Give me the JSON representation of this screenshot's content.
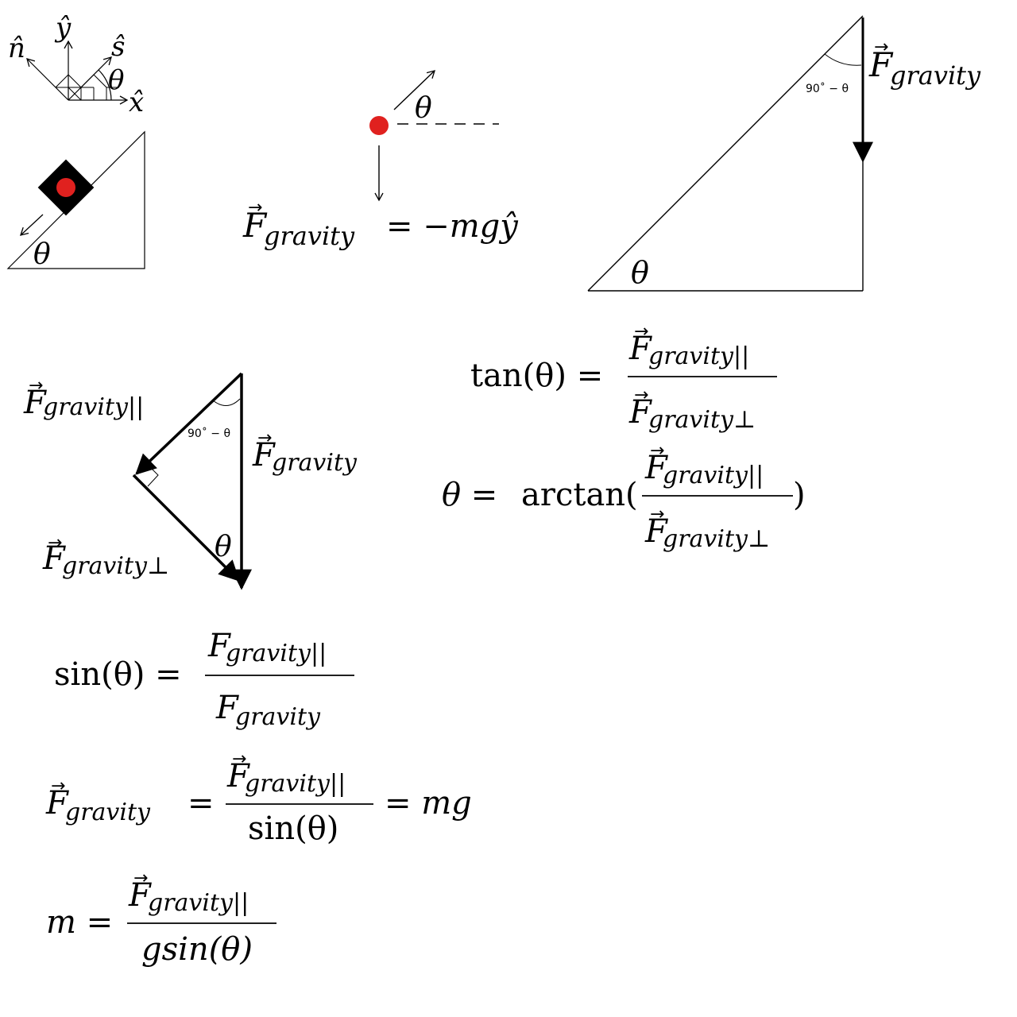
{
  "labels": {
    "n_hat": "n̂",
    "y_hat": "ŷ",
    "s_hat": "ŝ",
    "x_hat": "x̂",
    "theta": "θ",
    "F": "F",
    "gravity": "gravity",
    "gravity_par": "gravity||",
    "gravity_perp": "gravity⊥",
    "angle_90": "90˚ − θ",
    "eq_minus_mg_y": "= −mgŷ",
    "tan": "tan(θ) =",
    "theta_eq": "θ =",
    "arctan": "arctan(",
    "close_paren": ")",
    "sin": "sin(θ) =",
    "equals": "=",
    "sin_theta": "sin(θ)",
    "eq_mg": "= mg",
    "m_eq": "m =",
    "g_sin_theta": "gsin(θ)"
  },
  "colors": {
    "ball": "#e0211f",
    "line": "#000000",
    "background": "#ffffff"
  }
}
